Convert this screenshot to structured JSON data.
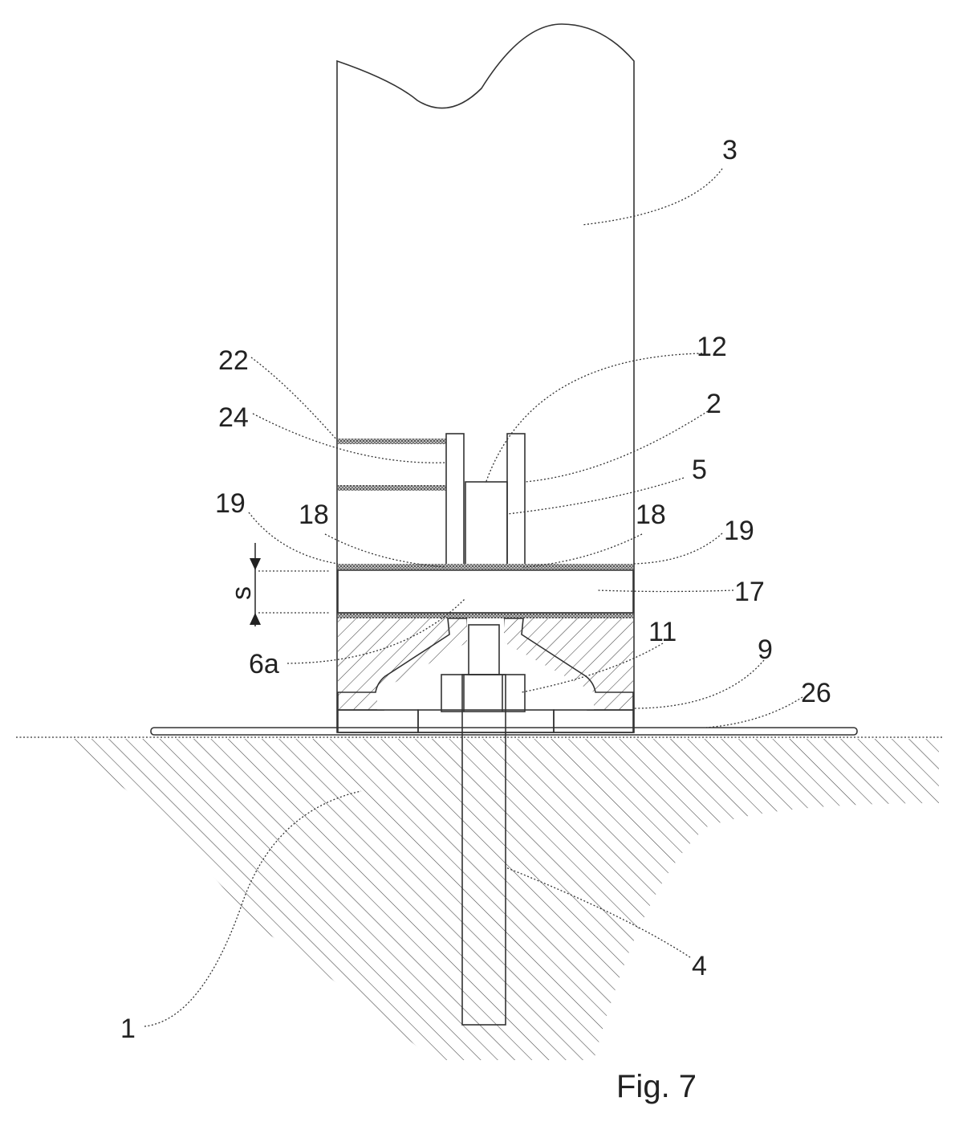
{
  "figure": {
    "caption": "Fig. 7",
    "reference_numerals": {
      "n1": "1",
      "n2": "2",
      "n3": "3",
      "n4": "4",
      "n5": "5",
      "n6a": "6a",
      "n9": "9",
      "n11": "11",
      "n12": "12",
      "n17": "17",
      "n18_left": "18",
      "n18_right": "18",
      "n19_left": "19",
      "n19_right": "19",
      "n22": "22",
      "n24": "24",
      "n26": "26",
      "dimension_s": "s"
    }
  }
}
